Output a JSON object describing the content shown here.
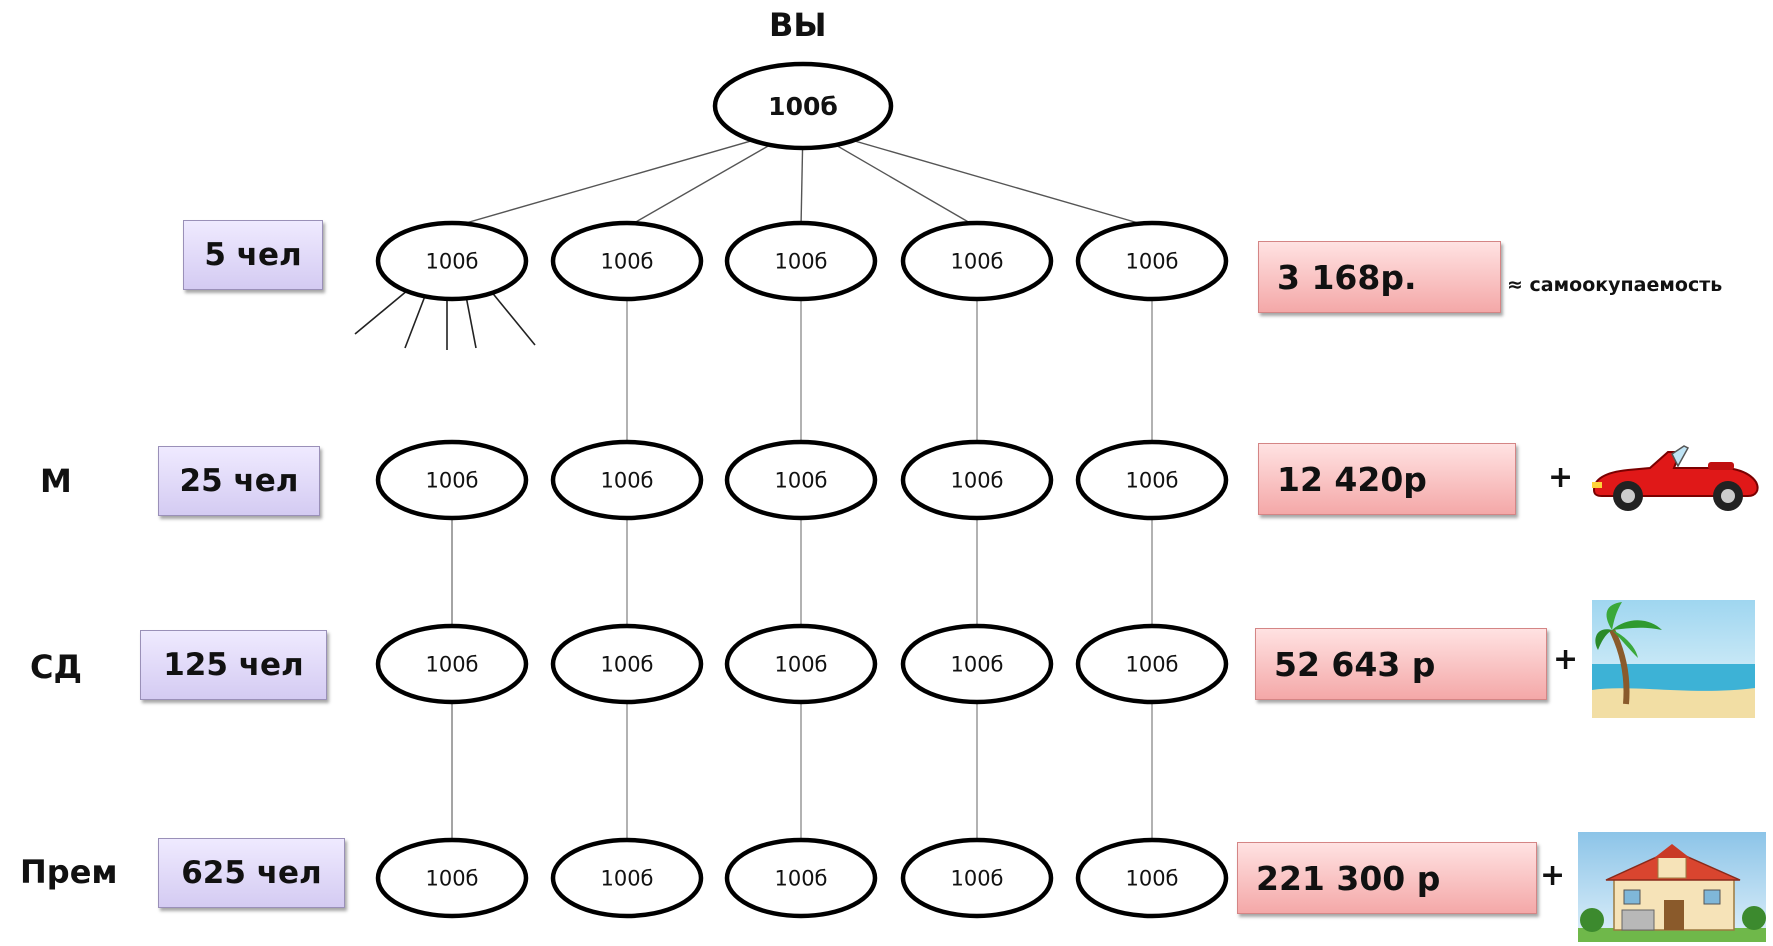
{
  "root": {
    "label": "ВЫ",
    "node_text": "100б"
  },
  "node_text": "100б",
  "levels": [
    {
      "name": "",
      "count": "5 чел",
      "payout": "3 168р.",
      "note": "≈ самоокупаемость",
      "reward_icon": ""
    },
    {
      "name": "М",
      "count": "25 чел",
      "payout": "12 420р",
      "note": "",
      "reward_icon": "car-icon"
    },
    {
      "name": "СД",
      "count": "125 чел",
      "payout": "52 643 р",
      "note": "",
      "reward_icon": "beach-palm-icon"
    },
    {
      "name": "Прем",
      "count": "625 чел",
      "payout": "221 300 р",
      "note": "",
      "reward_icon": "house-icon"
    }
  ],
  "plus_sign": "+",
  "colors": {
    "count_box": "#d9d0f5",
    "payout_box": "#f6aeae",
    "node_stroke": "#000000",
    "link": "#444444"
  }
}
